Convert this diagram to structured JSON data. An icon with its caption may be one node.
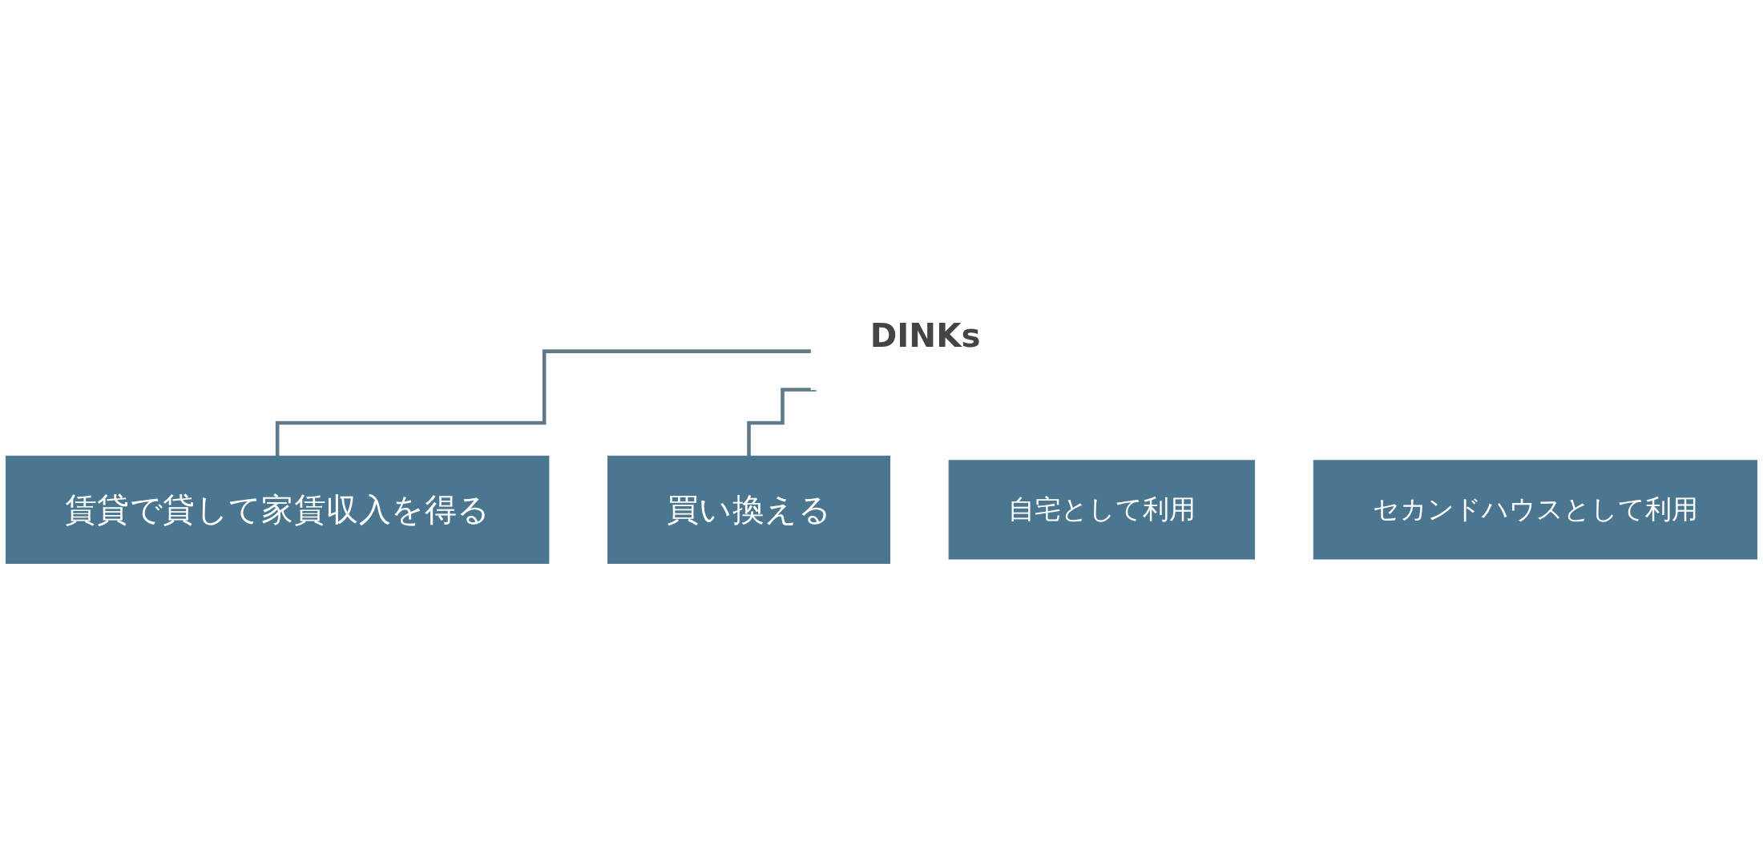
{
  "diagram": {
    "nodes": [
      {
        "text": [
          "DINKs"
        ]
      },
      {
        "text": [
          "自宅として利用"
        ]
      },
      {
        "text": [
          "セカンドハウスとして利用"
        ]
      },
      {
        "text": [
          "賃貸で貸して家賃収入を得る"
        ]
      },
      {
        "text": [
          "買い換える"
        ]
      }
    ],
    "edges": [
      {
        "from": 0,
        "to": 3,
        "arrow": "none"
      },
      {
        "from": 0,
        "to": 4,
        "arrow": "none"
      }
    ]
  }
}
